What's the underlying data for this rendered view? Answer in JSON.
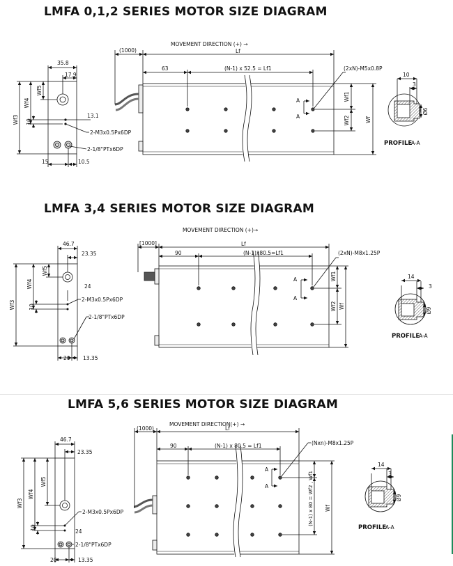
{
  "sections": [
    {
      "title": "LMFA 0,1,2 SERIES MOTOR SIZE DIAGRAM",
      "movement": "MOVEMENT DIRECTION (+) →",
      "cable_len": "(1000)",
      "lf": "Lf",
      "start": "63",
      "pitch": "(N-1) x 52.5 = Lf1",
      "holes": "(2xN)-M5x0.8P",
      "wf1": "Wf1",
      "wf2": "Wf2",
      "wf": "Wf",
      "a": "A",
      "side_top": "35.8",
      "side_sub": "17.9",
      "wf3": "Wf3",
      "wf4": "Wf4",
      "wf5": "Wf5",
      "ten": "10",
      "screw_off": "13.1",
      "m3": "2-M3x0.5Px6DP",
      "pt": "2-1/8\"PTx6DP",
      "bot1": "15",
      "bot2": "10.5",
      "profile_w": "10",
      "profile_d": "3",
      "profile_dia": "Ø6",
      "profile": "PROFILE",
      "profile_aa": "A-A"
    },
    {
      "title": "LMFA 3,4 SERIES MOTOR SIZE DIAGRAM",
      "movement": "MOVEMENT DIRECTION (+)→",
      "cable_len": "[1000]",
      "lf": "Lf",
      "start": "90",
      "pitch": "(N-1)x80.5=Lf1",
      "holes": "(2xN)-M8x1.25P",
      "wf1": "Wf1",
      "wf2": "Wf2",
      "wf": "Wf",
      "a": "A",
      "side_top": "46.7",
      "side_sub": "23.35",
      "wf3": "Wf3",
      "wf4": "Wf4",
      "wf5": "Wf5",
      "ten": "10",
      "screw_off": "24",
      "m3": "2-M3x0.5Px6DP",
      "pt": "2-1/8\"PTx6DP",
      "bot1": "20",
      "bot2": "13.35",
      "profile_w": "14",
      "profile_d": "3",
      "profile_dia": "Ø9",
      "profile": "PROFILE",
      "profile_aa": "A-A"
    },
    {
      "title": "LMFA 5,6 SERIES MOTOR SIZE DIAGRAM",
      "movement": "MOVEMENT DIRECTION(+) →",
      "cable_len": "(1000)",
      "lf": "Lf",
      "start": "90",
      "pitch": "(N-1) x 80.5 = Lf1",
      "holes": "(Nxn)-M8x1.25P",
      "wf1": "(N-1) x 80 = Wf2 , Wf1",
      "wf": "Wf",
      "a": "A",
      "side_top": "46.7",
      "side_sub": "23.35",
      "wf3": "Wf3",
      "wf4": "Wf4",
      "wf5": "Wf5",
      "ten": "10",
      "screw_off": "24",
      "m3": "2-M3x0.5Px6DP",
      "pt": "2-1/8\"PTx6DP",
      "bot1": "20",
      "bot2": "13.35",
      "profile_w": "14",
      "profile_d": "3",
      "profile_dia": "Ø9",
      "profile": "PROFILE",
      "profile_aa": "A-A"
    }
  ]
}
